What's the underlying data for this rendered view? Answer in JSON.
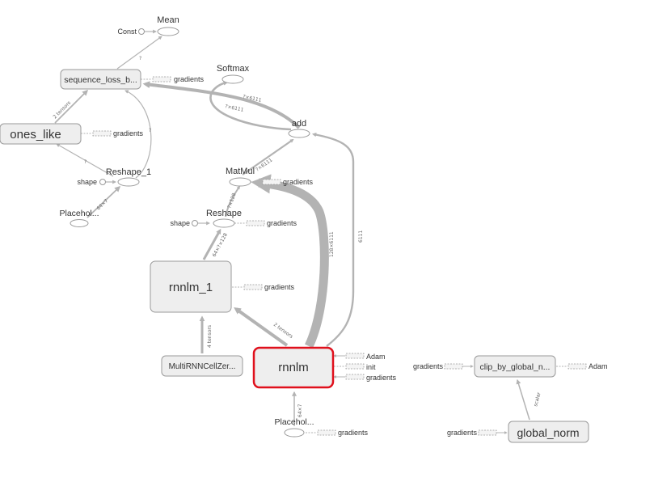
{
  "nodes": {
    "mean": "Mean",
    "const": "Const",
    "sequence_loss": "sequence_loss_b...",
    "softmax": "Softmax",
    "add": "add",
    "ones_like": "ones_like",
    "reshape_1": "Reshape_1",
    "shape_1": "shape",
    "placeholder_top": "Placehol...",
    "matmul": "MatMul",
    "reshape": "Reshape",
    "shape_2": "shape",
    "rnnlm_1": "rnnlm_1",
    "multirnn": "MultiRNNCellZer...",
    "rnnlm": "rnnlm",
    "placeholder_bottom": "Placehol...",
    "clip": "clip_by_global_n...",
    "global_norm": "global_norm"
  },
  "aux_labels": {
    "gradients": "gradients",
    "adam": "Adam",
    "init": "init"
  },
  "edge_labels": {
    "mean_in": "?",
    "seqloss_in": "?",
    "two_tensors": "2 tensors",
    "ones_from_reshape": "?",
    "placeholder_to_reshape": "64×7",
    "add_to_softmax_a": "?×6111",
    "add_to_softmax_b": "?×6111",
    "matmul_to_add": "?×6111",
    "reshape_to_matmul": "?×128",
    "rnnlm1_to_reshape": "64×?×128",
    "rnnlm_to_matmul": "128×6111",
    "rnnlm_to_add": "6111",
    "rnnlm_to_rnnlm1": "2 tensors",
    "multi_to_rnnlm1": "4 tensors",
    "placeholder_to_rnnlm": "64×7",
    "globalnorm_to_clip": "scalar"
  }
}
